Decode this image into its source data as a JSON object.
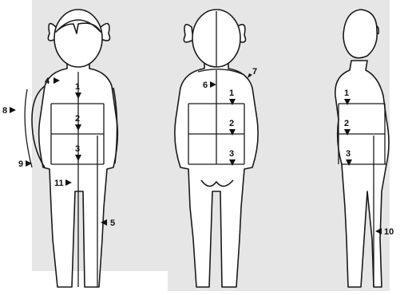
{
  "colors": {
    "backdrop": "#e6e6e6",
    "figure_fill": "#ffffff",
    "stroke": "#1a1a1a"
  },
  "figures": [
    {
      "view": "front",
      "markers": [
        {
          "id": "1",
          "label": "1"
        },
        {
          "id": "2",
          "label": "2"
        },
        {
          "id": "3",
          "label": "3"
        },
        {
          "id": "4",
          "label": "4"
        },
        {
          "id": "5",
          "label": "5"
        },
        {
          "id": "8",
          "label": "8"
        },
        {
          "id": "9",
          "label": "9"
        },
        {
          "id": "11",
          "label": "11"
        }
      ]
    },
    {
      "view": "back",
      "markers": [
        {
          "id": "1",
          "label": "1"
        },
        {
          "id": "2",
          "label": "2"
        },
        {
          "id": "3",
          "label": "3"
        },
        {
          "id": "6",
          "label": "6"
        },
        {
          "id": "7",
          "label": "7"
        }
      ]
    },
    {
      "view": "side",
      "markers": [
        {
          "id": "1",
          "label": "1"
        },
        {
          "id": "2",
          "label": "2"
        },
        {
          "id": "3",
          "label": "3"
        },
        {
          "id": "10",
          "label": "10"
        }
      ]
    }
  ]
}
